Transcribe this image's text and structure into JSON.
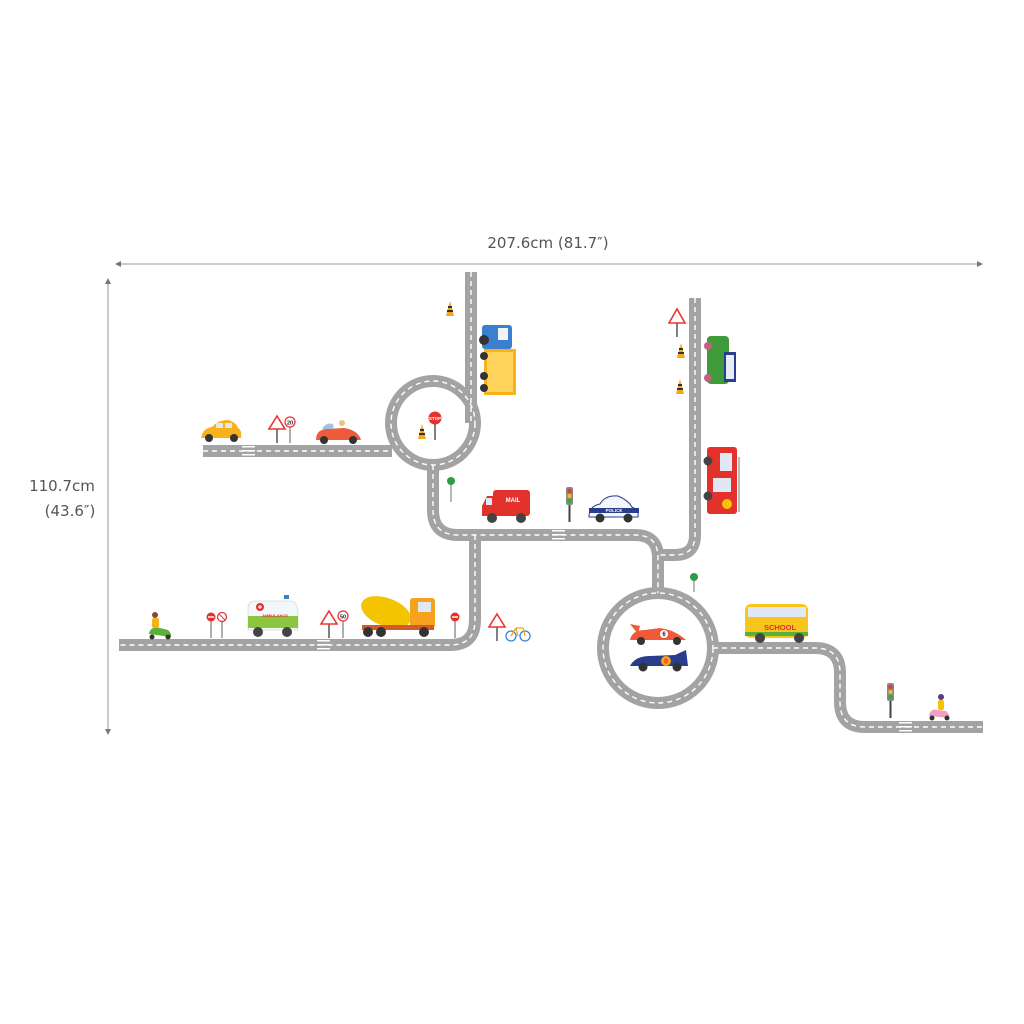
{
  "dimensions": {
    "width_label": "207.6cm (81.7″)",
    "height_label_cm": "110.7cm",
    "height_label_in": "(43.6″)"
  },
  "vehicles": {
    "mail_truck": "MAIL",
    "police_car": "POLICE",
    "ambulance": "AMBULANCE",
    "school_bus": "SCHOOL",
    "race_car_red_number": "6",
    "race_car_blue_number": "8"
  },
  "signs": {
    "stop": "STOP",
    "speed_limit_upper": "20",
    "speed_limit_lower": "50"
  },
  "colors": {
    "road": "#a3a3a3",
    "dimension_line": "#888888"
  }
}
